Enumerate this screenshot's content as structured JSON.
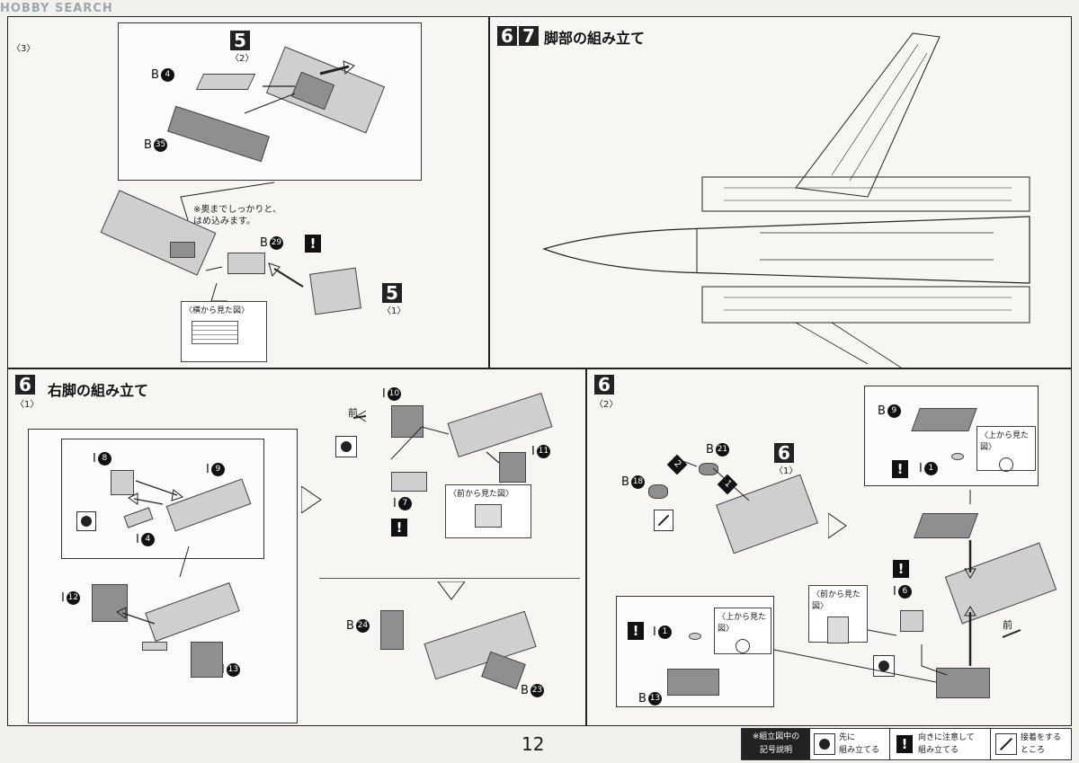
{
  "watermark": "HOBBY SEARCH",
  "page_number": "12",
  "top_left": {
    "sub_marker": "〈3〉",
    "step_ref": "5",
    "step_ref_sub": "〈2〉",
    "part_b4": "B",
    "part_b4_num": "4",
    "part_b35": "B",
    "part_b35_num": "35",
    "part_b29": "B",
    "part_b29_num": "29",
    "note_line1": "※奥までしっかりと、",
    "note_line2": "はめ込みます。",
    "side_view": "〈横から見た図〉",
    "step_ref2": "5",
    "step_ref2_sub": "〈1〉",
    "warn": "!"
  },
  "top_right": {
    "step_a": "6",
    "step_b": "7",
    "title": "脚部の組み立て"
  },
  "mid_left": {
    "step": "6",
    "step_sub": "〈1〉",
    "title": "右脚の組み立て",
    "i8": "I",
    "i8_num": "8",
    "i9": "I",
    "i9_num": "9",
    "i4": "I",
    "i4_num": "4",
    "i12": "I",
    "i12_num": "12",
    "i13": "I",
    "i13_num": "13",
    "i10": "I",
    "i10_num": "10",
    "i11": "I",
    "i11_num": "11",
    "i7": "I",
    "i7_num": "7",
    "front_label": "前",
    "front_view": "〈前から見た図〉",
    "b24": "B",
    "b24_num": "24",
    "b23": "B",
    "b23_num": "23",
    "warn": "!"
  },
  "mid_right": {
    "step": "6",
    "step_sub": "〈2〉",
    "b9": "B",
    "b9_num": "9",
    "top_view": "〈上から見た図〉",
    "i1": "I",
    "i1_num": "1",
    "b21": "B",
    "b21_num": "21",
    "b18": "B",
    "b18_num": "18",
    "order1": "1",
    "order2": "2",
    "step_ref": "6",
    "step_ref_sub": "〈1〉",
    "front_view": "〈前から見た図〉",
    "i6": "I",
    "i6_num": "6",
    "top_view2": "〈上から見た図〉",
    "i1b": "I",
    "i1b_num": "1",
    "b13": "B",
    "b13_num": "13",
    "front_label": "前",
    "warn": "!"
  },
  "legend": {
    "title_line1": "※組立図中の",
    "title_line2": "記号説明",
    "item1_line1": "先に",
    "item1_line2": "組み立てる",
    "item2_line1": "向きに注意して",
    "item2_line2": "組み立てる",
    "item3_line1": "接着をする",
    "item3_line2": "ところ"
  }
}
